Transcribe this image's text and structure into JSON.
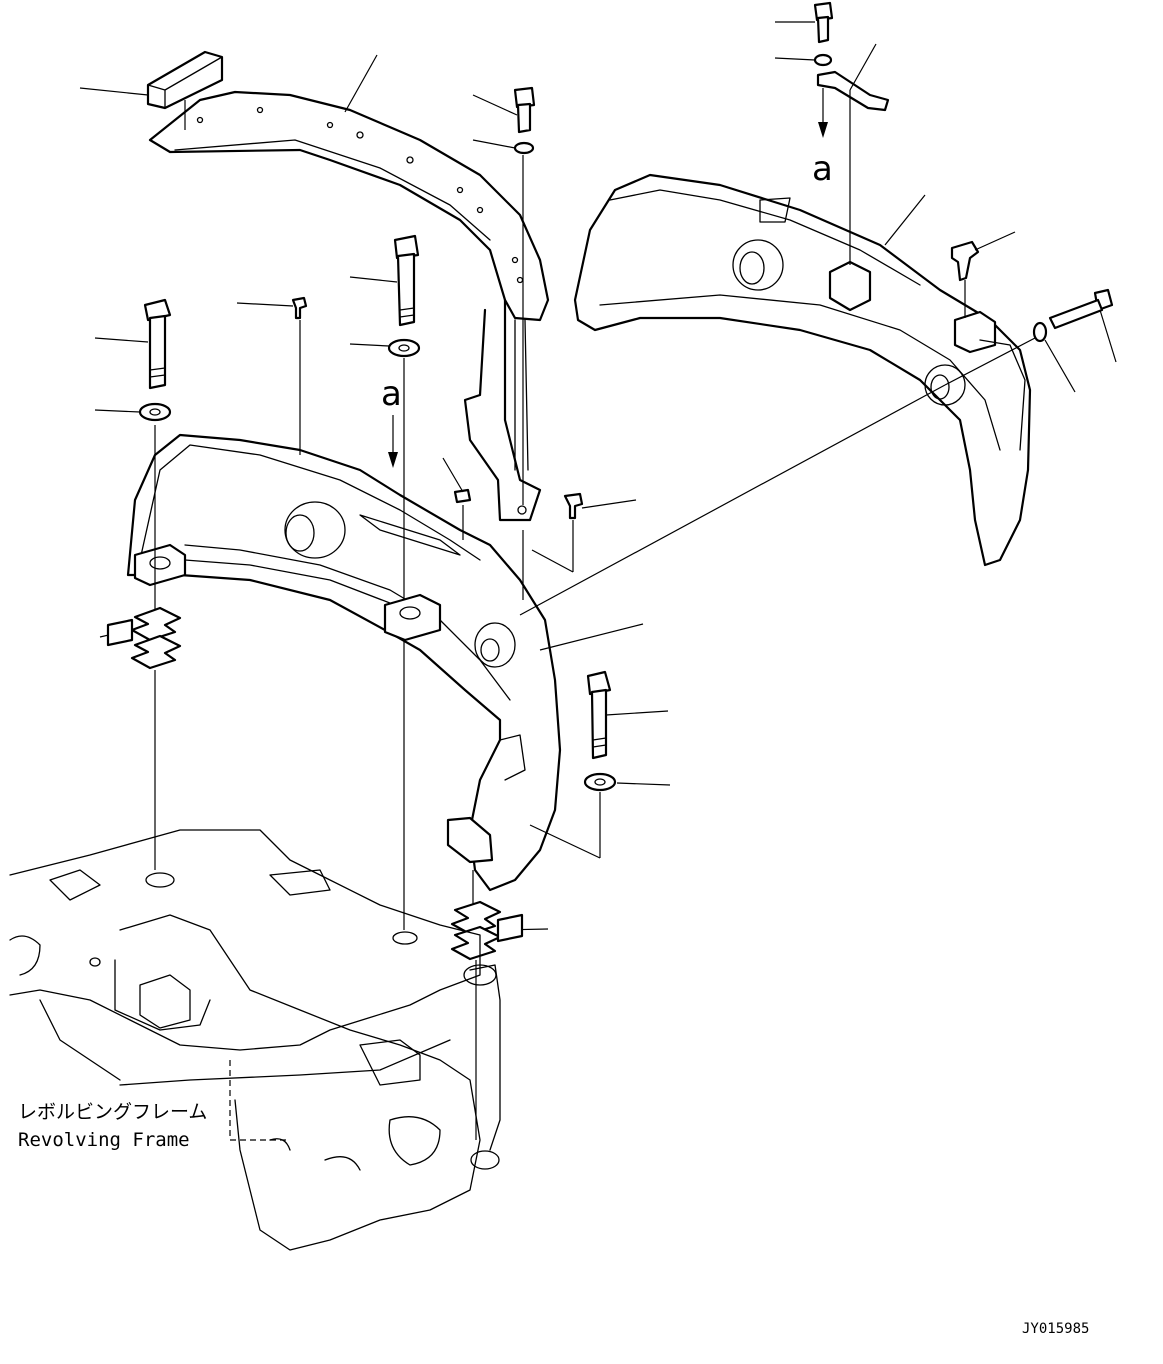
{
  "labels": {
    "frame_jp": "レボルビングフレーム",
    "frame_en": "Revolving Frame",
    "ref_a_top": "a",
    "ref_a_mid": "a",
    "drawing_code": "JY015985"
  }
}
